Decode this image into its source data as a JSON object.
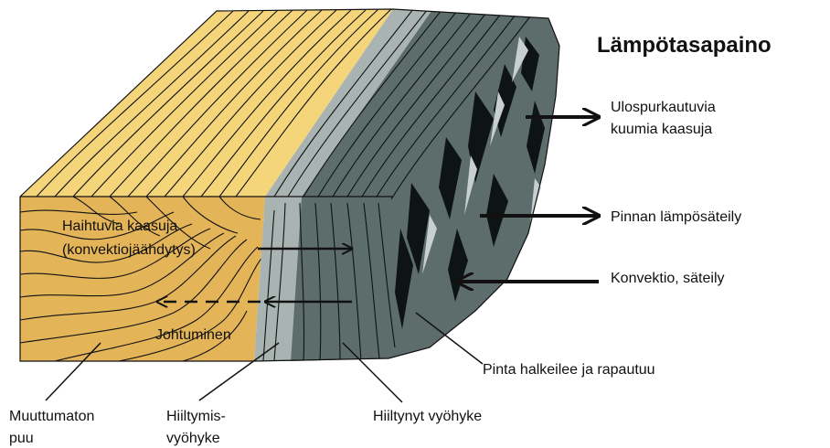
{
  "title": "Lämpötasapaino",
  "labels": {
    "hot_gases_line1": "Ulospurkautuvia",
    "hot_gases_line2": "kuumia kaasuja",
    "surface_radiation": "Pinnan lämpösäteily",
    "convection_radiation": "Konvektio, säteily",
    "cracking": "Pinta halkeilee ja rapautuu",
    "evaporating_line1": "Haihtuvia kaasuja",
    "evaporating_line2": "(konvektiojäähdytys)",
    "conduction": "Johtuminen",
    "unchanged_line1": "Muuttumaton",
    "unchanged_line2": "puu",
    "pyrolysis_line1": "Hiiltymis-",
    "pyrolysis_line2": "vyöhyke",
    "char_layer": "Hiiltynyt vyöhyke"
  },
  "colors": {
    "wood_top": "#f5d57a",
    "wood_front": "#e3b458",
    "pyrolysis": "#a9b4b2",
    "char": "#5c6d6c",
    "char_dark": "#3e4b4a",
    "crack": "#0e1413",
    "highlight": "#c7d0cf",
    "line": "#111111"
  }
}
